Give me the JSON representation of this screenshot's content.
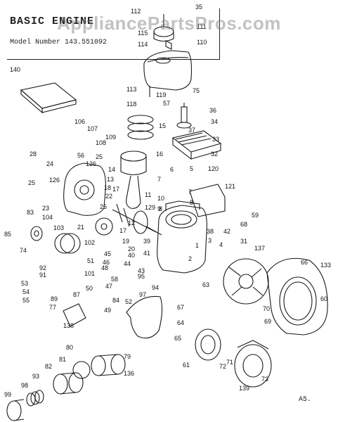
{
  "header": {
    "title": "BASIC ENGINE",
    "model_label": "Model Number 143.551092",
    "watermark": "AppliancePartsPros.com"
  },
  "footer": {
    "code": "A5."
  },
  "callouts": [
    {
      "id": "c112",
      "label": "112"
    },
    {
      "id": "c35",
      "label": "35"
    },
    {
      "id": "c111",
      "label": "111"
    },
    {
      "id": "c115",
      "label": "115"
    },
    {
      "id": "c110",
      "label": "110"
    },
    {
      "id": "c114",
      "label": "114"
    },
    {
      "id": "c140",
      "label": "140"
    },
    {
      "id": "c75",
      "label": "75"
    },
    {
      "id": "c113",
      "label": "113"
    },
    {
      "id": "c119",
      "label": "119"
    },
    {
      "id": "c57",
      "label": "57"
    },
    {
      "id": "c118",
      "label": "118"
    },
    {
      "id": "c36",
      "label": "36"
    },
    {
      "id": "c15",
      "label": "15"
    },
    {
      "id": "c34",
      "label": "34"
    },
    {
      "id": "c37",
      "label": "37"
    },
    {
      "id": "c106",
      "label": "106"
    },
    {
      "id": "c107",
      "label": "107"
    },
    {
      "id": "c108",
      "label": "108"
    },
    {
      "id": "c109",
      "label": "109"
    },
    {
      "id": "c33",
      "label": "33"
    },
    {
      "id": "c56",
      "label": "56"
    },
    {
      "id": "c32",
      "label": "32"
    },
    {
      "id": "c28",
      "label": "28"
    },
    {
      "id": "c25a",
      "label": "25"
    },
    {
      "id": "c16",
      "label": "16"
    },
    {
      "id": "c24",
      "label": "24"
    },
    {
      "id": "c126a",
      "label": "126"
    },
    {
      "id": "c14",
      "label": "14"
    },
    {
      "id": "c6",
      "label": "6"
    },
    {
      "id": "c5",
      "label": "5"
    },
    {
      "id": "c120",
      "label": "120"
    },
    {
      "id": "c13",
      "label": "13"
    },
    {
      "id": "c18",
      "label": "18"
    },
    {
      "id": "c25b",
      "label": "25"
    },
    {
      "id": "c126b",
      "label": "126"
    },
    {
      "id": "c17",
      "label": "17"
    },
    {
      "id": "c7a",
      "label": "7"
    },
    {
      "id": "c121",
      "label": "121"
    },
    {
      "id": "c7b",
      "label": "7"
    },
    {
      "id": "c11",
      "label": "11"
    },
    {
      "id": "c10",
      "label": "10"
    },
    {
      "id": "c22",
      "label": "22"
    },
    {
      "id": "c8a",
      "label": "8"
    },
    {
      "id": "c8b",
      "label": "8"
    },
    {
      "id": "c23",
      "label": "23"
    },
    {
      "id": "c129",
      "label": "129"
    },
    {
      "id": "c26",
      "label": "26"
    },
    {
      "id": "c9",
      "label": "9"
    },
    {
      "id": "c83",
      "label": "83"
    },
    {
      "id": "c104",
      "label": "104"
    },
    {
      "id": "c59",
      "label": "59"
    },
    {
      "id": "c85",
      "label": "85"
    },
    {
      "id": "c68",
      "label": "68"
    },
    {
      "id": "c103",
      "label": "103"
    },
    {
      "id": "c21",
      "label": "21"
    },
    {
      "id": "c12",
      "label": "12"
    },
    {
      "id": "c17b",
      "label": "17"
    },
    {
      "id": "c38",
      "label": "38"
    },
    {
      "id": "c42",
      "label": "42"
    },
    {
      "id": "c19",
      "label": "19"
    },
    {
      "id": "c39",
      "label": "39"
    },
    {
      "id": "c1",
      "label": "1"
    },
    {
      "id": "c3",
      "label": "3"
    },
    {
      "id": "c31",
      "label": "31"
    },
    {
      "id": "c102",
      "label": "102"
    },
    {
      "id": "c20",
      "label": "20"
    },
    {
      "id": "c40",
      "label": "40"
    },
    {
      "id": "c137",
      "label": "137"
    },
    {
      "id": "c74",
      "label": "74"
    },
    {
      "id": "c45",
      "label": "45"
    },
    {
      "id": "c41",
      "label": "41"
    },
    {
      "id": "c2",
      "label": "2"
    },
    {
      "id": "c4",
      "label": "4"
    },
    {
      "id": "c51",
      "label": "51"
    },
    {
      "id": "c46",
      "label": "46"
    },
    {
      "id": "c48",
      "label": "48"
    },
    {
      "id": "c44",
      "label": "44"
    },
    {
      "id": "c92",
      "label": "92"
    },
    {
      "id": "c43",
      "label": "43"
    },
    {
      "id": "c91",
      "label": "91"
    },
    {
      "id": "c101",
      "label": "101"
    },
    {
      "id": "c58",
      "label": "58"
    },
    {
      "id": "c95",
      "label": "95"
    },
    {
      "id": "c66",
      "label": "66"
    },
    {
      "id": "c133",
      "label": "133"
    },
    {
      "id": "c53",
      "label": "53"
    },
    {
      "id": "c47",
      "label": "47"
    },
    {
      "id": "c50",
      "label": "50"
    },
    {
      "id": "c84",
      "label": "84"
    },
    {
      "id": "c52",
      "label": "52"
    },
    {
      "id": "c97",
      "label": "97"
    },
    {
      "id": "c94",
      "label": "94"
    },
    {
      "id": "c63",
      "label": "63"
    },
    {
      "id": "c54",
      "label": "54"
    },
    {
      "id": "c87",
      "label": "87"
    },
    {
      "id": "c55",
      "label": "55"
    },
    {
      "id": "c60",
      "label": "60"
    },
    {
      "id": "c89",
      "label": "89"
    },
    {
      "id": "c70",
      "label": "70"
    },
    {
      "id": "c77",
      "label": "77"
    },
    {
      "id": "c49",
      "label": "49"
    },
    {
      "id": "c67",
      "label": "67"
    },
    {
      "id": "c69",
      "label": "69"
    },
    {
      "id": "c64",
      "label": "64"
    },
    {
      "id": "c138",
      "label": "138"
    },
    {
      "id": "c65",
      "label": "65"
    },
    {
      "id": "c80",
      "label": "80"
    },
    {
      "id": "c79",
      "label": "79"
    },
    {
      "id": "c61",
      "label": "61"
    },
    {
      "id": "c71",
      "label": "71"
    },
    {
      "id": "c81",
      "label": "81"
    },
    {
      "id": "c72",
      "label": "72"
    },
    {
      "id": "c82",
      "label": "82"
    },
    {
      "id": "c136",
      "label": "136"
    },
    {
      "id": "c93",
      "label": "93"
    },
    {
      "id": "c98",
      "label": "98"
    },
    {
      "id": "c139",
      "label": "139"
    },
    {
      "id": "c73",
      "label": "73"
    },
    {
      "id": "c99",
      "label": "99"
    }
  ]
}
